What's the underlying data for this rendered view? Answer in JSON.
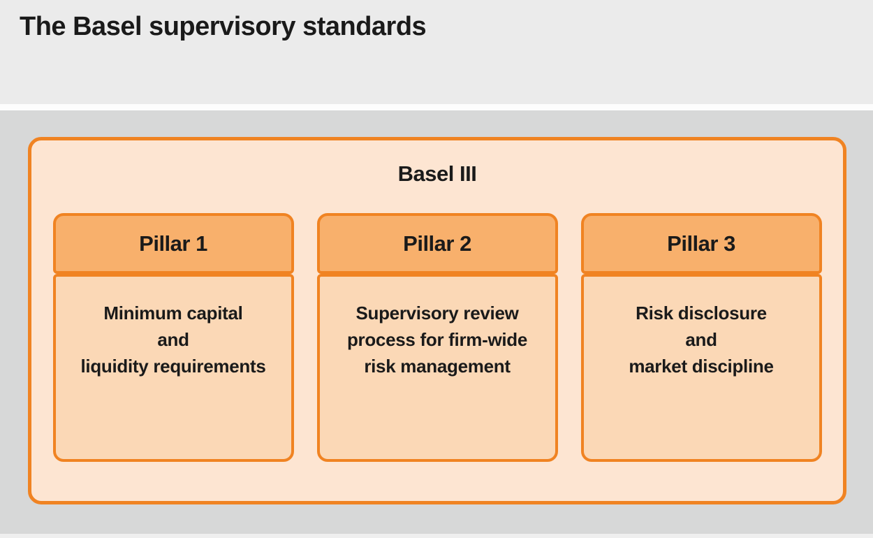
{
  "page": {
    "title": "The Basel supervisory standards"
  },
  "diagram": {
    "container_title": "Basel III",
    "pillars": [
      {
        "label": "Pillar 1",
        "lines": [
          "Minimum capital",
          "and",
          "liquidity requirements"
        ]
      },
      {
        "label": "Pillar 2",
        "lines": [
          "Supervisory review",
          "process for firm-wide",
          "risk management"
        ]
      },
      {
        "label": "Pillar 3",
        "lines": [
          "Risk disclosure",
          "and",
          "market discipline"
        ]
      }
    ]
  },
  "theme": {
    "orange_border": "#F08322",
    "outer_fill": "#FDE5D2",
    "pillar_header_fill": "#F8B06C",
    "pillar_body_fill": "#FBD8B6",
    "top_band_bg": "#EBEBEB",
    "main_bg": "#D7D8D8",
    "text_color": "#1A1A1A"
  }
}
